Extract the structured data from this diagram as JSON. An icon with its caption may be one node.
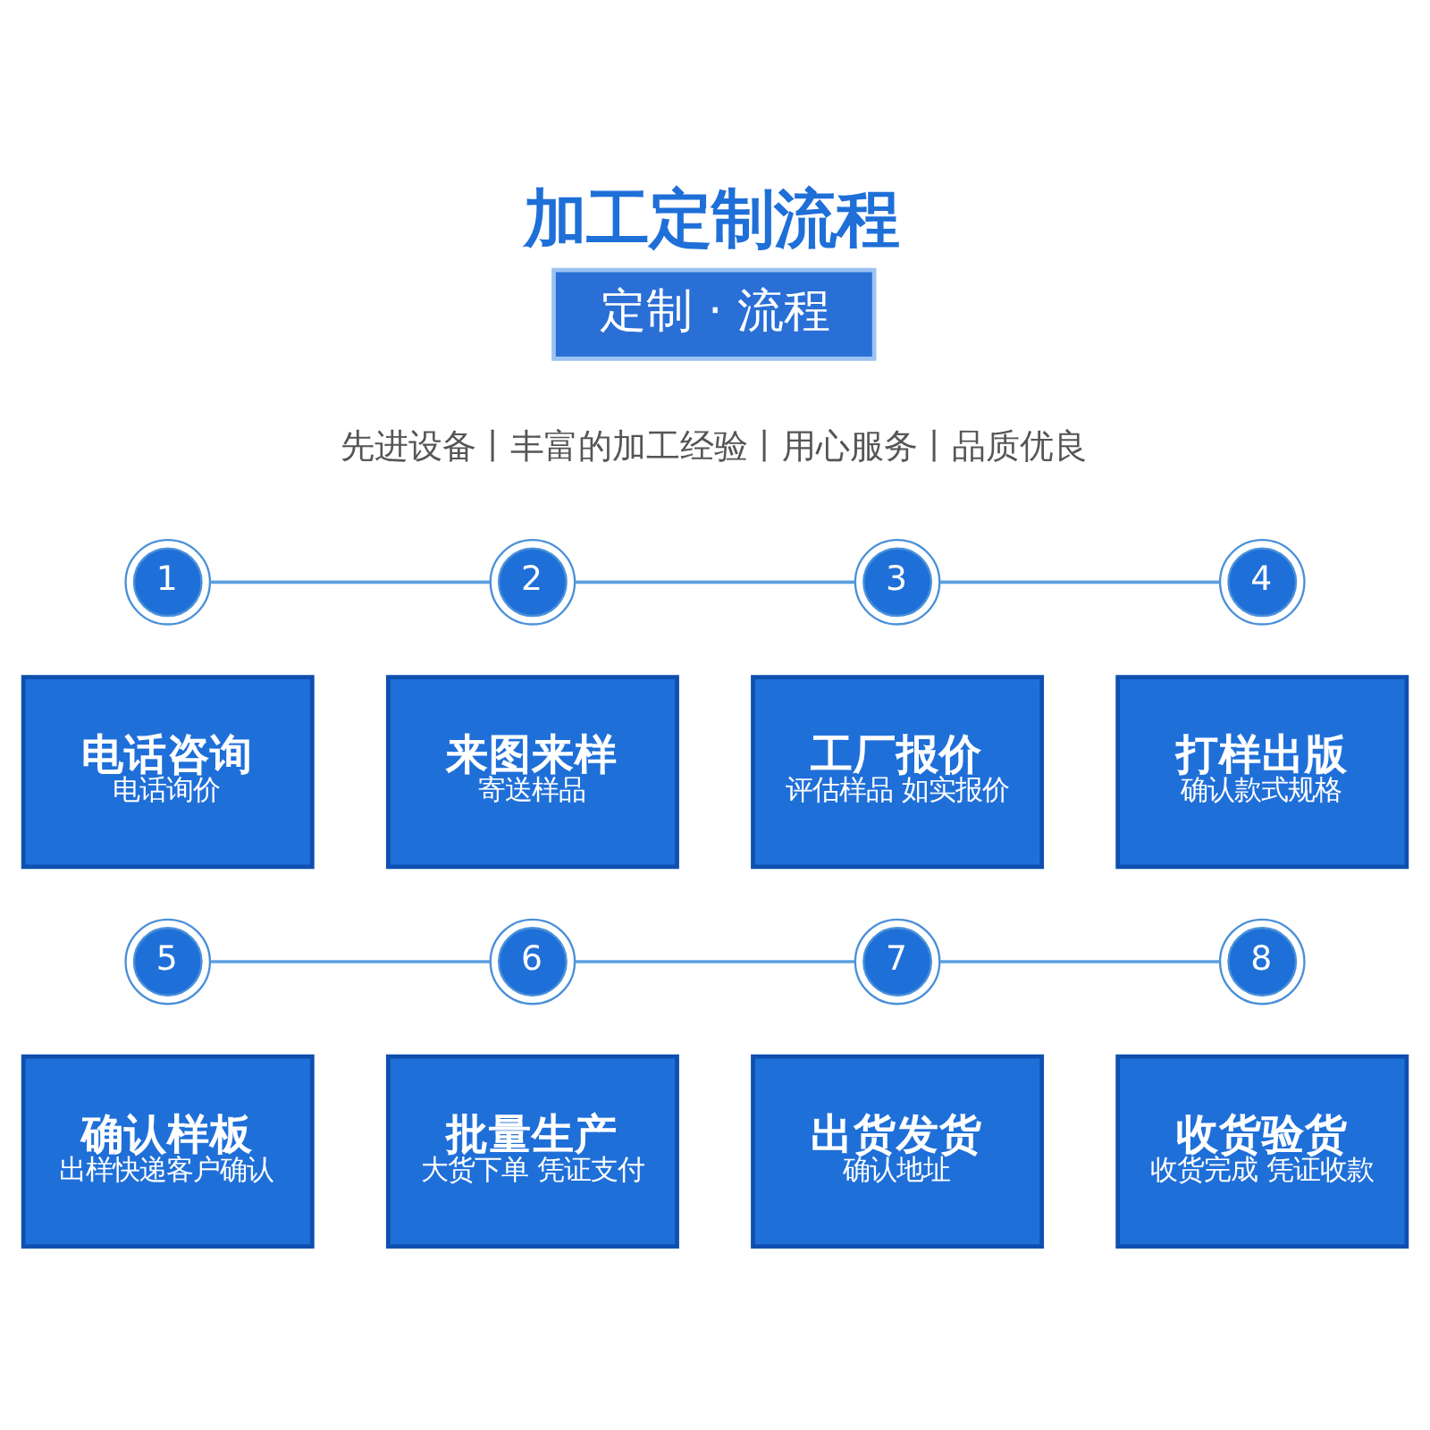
{
  "diagram": {
    "title": "加工定制流程",
    "nodes": [
      {
        "text": [
          "定制 · 流程"
        ]
      },
      {
        "text": [
          "1"
        ]
      },
      {
        "text": [
          "2"
        ]
      },
      {
        "text": [
          "3"
        ]
      },
      {
        "text": [
          "4"
        ]
      },
      {
        "text": [
          "电话咨询",
          "电话询价"
        ]
      },
      {
        "text": [
          "来图来样",
          "寄送样品"
        ]
      },
      {
        "text": [
          "工厂报价",
          "评估样品 如实报价"
        ]
      },
      {
        "text": [
          "打样出版",
          "确认款式规格"
        ]
      },
      {
        "text": [
          "5"
        ]
      },
      {
        "text": [
          "6"
        ]
      },
      {
        "text": [
          "7"
        ]
      },
      {
        "text": [
          "8"
        ]
      },
      {
        "text": [
          "确认样板",
          "出样快递客户确认"
        ]
      },
      {
        "text": [
          "批量生产",
          "大货下单 凭证支付"
        ]
      },
      {
        "text": [
          "出货发货",
          "确认地址"
        ]
      },
      {
        "text": [
          "收货验货",
          "收货完成 凭证收款"
        ]
      }
    ],
    "edges": [
      {
        "from": 1,
        "to": 2,
        "arrow": "none"
      },
      {
        "from": 2,
        "to": 3,
        "arrow": "none"
      },
      {
        "from": 3,
        "to": 4,
        "arrow": "none"
      },
      {
        "from": 9,
        "to": 10,
        "arrow": "none"
      },
      {
        "from": 10,
        "to": 11,
        "arrow": "none"
      },
      {
        "from": 11,
        "to": 12,
        "arrow": "none"
      }
    ],
    "labels": [
      "先进设备丨丰富的加工经验丨用心服务丨品质优良"
    ]
  }
}
